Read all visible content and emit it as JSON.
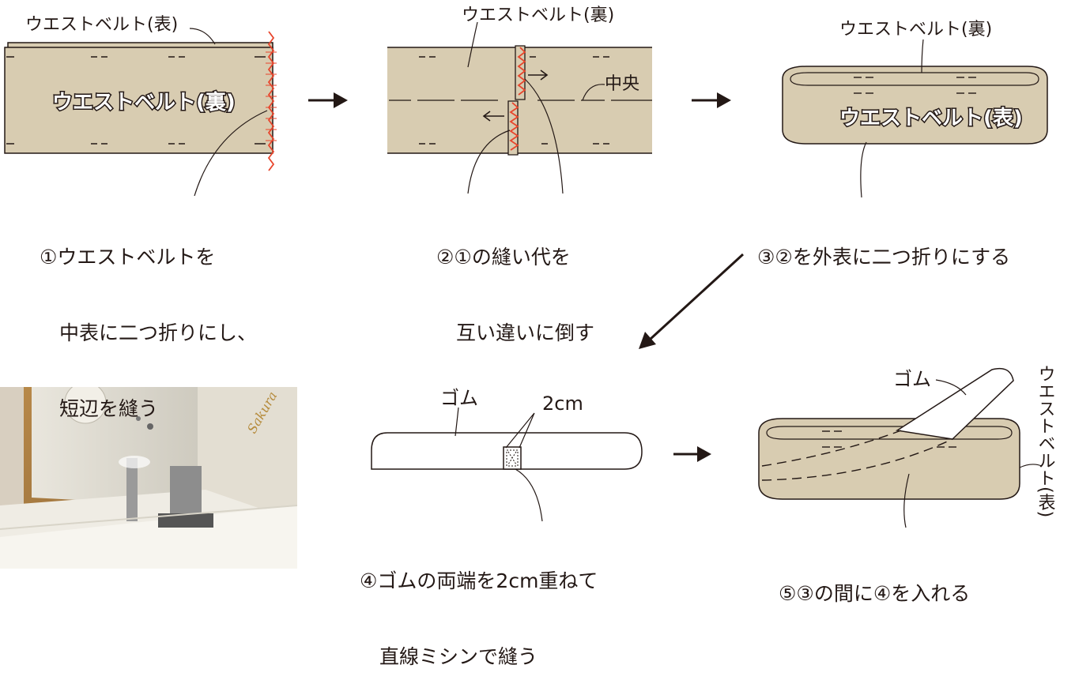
{
  "colors": {
    "fabric": "#d8ccb1",
    "outline": "#231815",
    "stitch": "#e8452c",
    "elastic": "#ffffff"
  },
  "step1": {
    "label_front": "ウエストベルト(表)",
    "label_back": "ウエストベルト(裏)",
    "caption_lines": [
      "①ウエストベルトを",
      "　中表に二つ折りにし、",
      "　短辺を縫う"
    ]
  },
  "step2": {
    "label_back": "ウエストベルト(裏)",
    "label_center": "中央",
    "caption_lines": [
      "②①の縫い代を",
      "　互い違いに倒す"
    ]
  },
  "step3": {
    "label_back": "ウエストベルト(裏)",
    "label_front": "ウエストベルト(表)",
    "caption_lines": [
      "③②を外表に二つ折りにする"
    ]
  },
  "step4": {
    "label_elastic": "ゴム",
    "label_overlap": "2cm",
    "caption_lines": [
      "④ゴムの両端を2cm重ねて",
      "　直線ミシンで縫う"
    ]
  },
  "step5": {
    "label_elastic": "ゴム",
    "label_vertical": "ウエストベルト(表)",
    "caption_lines": [
      "⑤③の間に④を入れる"
    ]
  },
  "photo": {
    "brand_text": "Sakura",
    "description_icon": "sewing-machine-photo"
  }
}
